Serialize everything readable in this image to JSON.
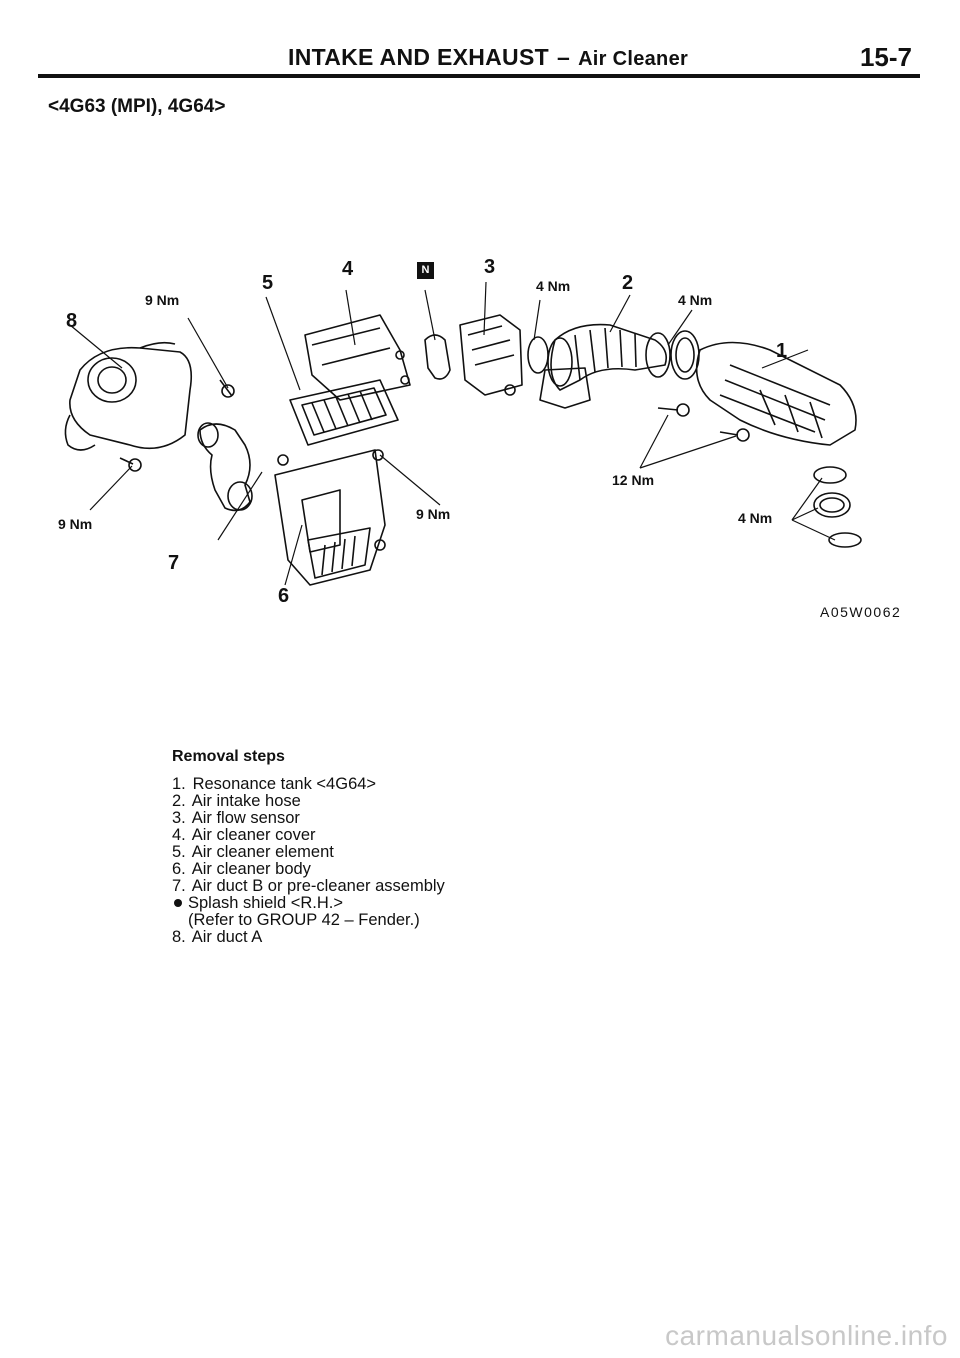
{
  "header": {
    "title_main": "INTAKE AND EXHAUST",
    "title_dash": "–",
    "title_sub": "Air Cleaner",
    "page_number": "15-7"
  },
  "variant": "<4G63 (MPI), 4G64>",
  "diagram": {
    "callouts": [
      "1",
      "2",
      "3",
      "4",
      "5",
      "6",
      "7",
      "8"
    ],
    "badge": "N",
    "torque": [
      "9 Nm",
      "9 Nm",
      "9 Nm",
      "4 Nm",
      "4 Nm",
      "12 Nm",
      "4 Nm"
    ],
    "figure_code": "A05W0062"
  },
  "removal_steps": {
    "title": "Removal steps",
    "steps": [
      {
        "n": "1.",
        "text": "Resonance tank <4G64>"
      },
      {
        "n": "2.",
        "text": "Air intake hose"
      },
      {
        "n": "3.",
        "text": "Air flow sensor"
      },
      {
        "n": "4.",
        "text": "Air cleaner cover"
      },
      {
        "n": "5.",
        "text": "Air cleaner element"
      },
      {
        "n": "6.",
        "text": "Air cleaner body"
      },
      {
        "n": "7.",
        "text": "Air duct B or pre-cleaner assembly"
      }
    ],
    "bullet_item": "Splash shield <R.H.>",
    "bullet_note": "(Refer to GROUP 42 – Fender.)",
    "last_step": {
      "n": "8.",
      "text": "Air duct A"
    }
  },
  "watermark": "carmanualsonline.info"
}
